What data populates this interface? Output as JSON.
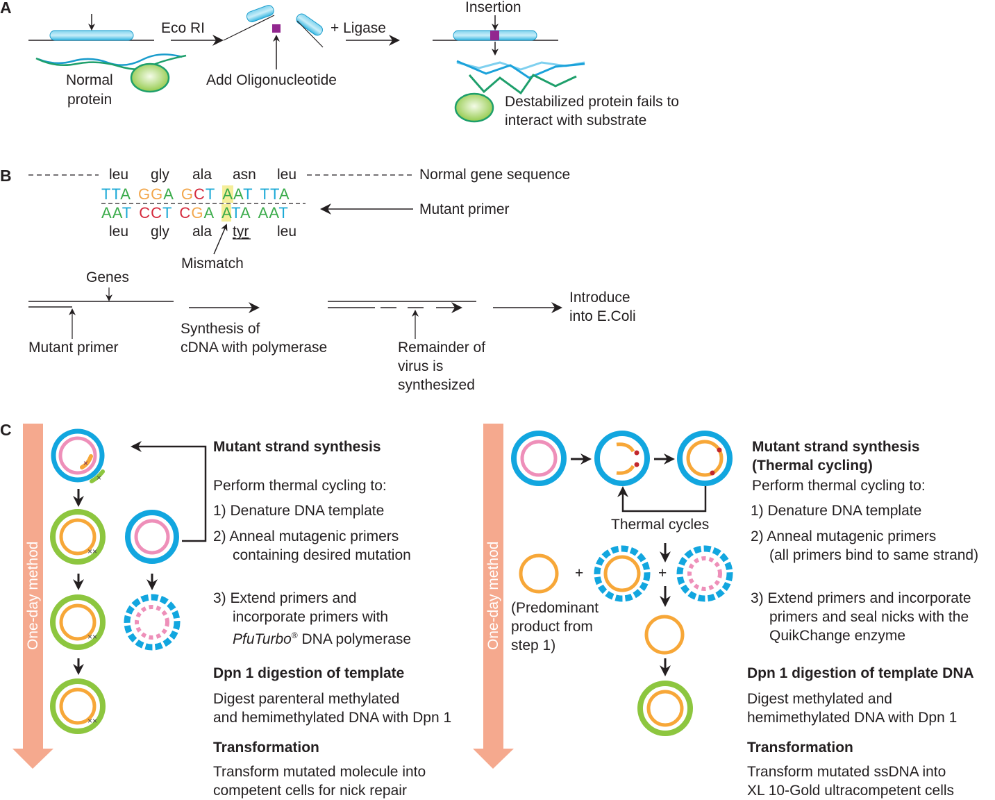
{
  "panels": {
    "a": "A",
    "b": "B",
    "c": "C"
  },
  "panel_a": {
    "eco_ri": "Eco RI",
    "ligase": "+ Ligase",
    "normal_protein": [
      "Normal",
      "protein"
    ],
    "add_oligo": "Add Oligonucleotide",
    "insertion": "Insertion",
    "destabilized": [
      "Destabilized protein fails to",
      "interact with substrate"
    ]
  },
  "panel_b": {
    "top_aa": [
      "leu",
      "gly",
      "ala",
      "asn",
      "leu"
    ],
    "bottom_aa": [
      "leu",
      "gly",
      "ala",
      "tyr",
      "leu"
    ],
    "normal_label": "Normal gene sequence",
    "mutant_primer_label": "Mutant primer",
    "top_seq": [
      [
        {
          "b": "T",
          "c": "#1ba9d6"
        },
        {
          "b": "T",
          "c": "#1ba9d6"
        },
        {
          "b": "A",
          "c": "#3aab4a"
        }
      ],
      [
        {
          "b": "G",
          "c": "#f2a64a"
        },
        {
          "b": "G",
          "c": "#f2a64a"
        },
        {
          "b": "A",
          "c": "#3aab4a"
        }
      ],
      [
        {
          "b": "G",
          "c": "#f2a64a"
        },
        {
          "b": "C",
          "c": "#d4283b"
        },
        {
          "b": "T",
          "c": "#1ba9d6"
        }
      ],
      [
        {
          "b": "A",
          "c": "#3aab4a"
        },
        {
          "b": "A",
          "c": "#3aab4a"
        },
        {
          "b": "T",
          "c": "#1ba9d6"
        }
      ],
      [
        {
          "b": "T",
          "c": "#1ba9d6"
        },
        {
          "b": "T",
          "c": "#1ba9d6"
        },
        {
          "b": "A",
          "c": "#3aab4a"
        }
      ]
    ],
    "bottom_seq": [
      [
        {
          "b": "A",
          "c": "#3aab4a"
        },
        {
          "b": "A",
          "c": "#3aab4a"
        },
        {
          "b": "T",
          "c": "#1ba9d6"
        }
      ],
      [
        {
          "b": "C",
          "c": "#d4283b"
        },
        {
          "b": "C",
          "c": "#d4283b"
        },
        {
          "b": "T",
          "c": "#1ba9d6"
        }
      ],
      [
        {
          "b": "C",
          "c": "#d4283b"
        },
        {
          "b": "G",
          "c": "#f2a64a"
        },
        {
          "b": "A",
          "c": "#3aab4a"
        }
      ],
      [
        {
          "b": "A",
          "c": "#3aab4a"
        },
        {
          "b": "T",
          "c": "#1ba9d6"
        },
        {
          "b": "A",
          "c": "#3aab4a"
        }
      ],
      [
        {
          "b": "A",
          "c": "#3aab4a"
        },
        {
          "b": "A",
          "c": "#3aab4a"
        },
        {
          "b": "T",
          "c": "#1ba9d6"
        }
      ]
    ],
    "mismatch": "Mismatch",
    "genes": "Genes",
    "mutant_primer": "Mutant primer",
    "synthesis": [
      "Synthesis of",
      "cDNA with polymerase"
    ],
    "remainder": [
      "Remainder of",
      "virus is",
      "synthesized"
    ],
    "introduce": [
      "Introduce",
      "into E.Coli"
    ]
  },
  "panel_c_left": {
    "method": "One-day method",
    "h1": "Mutant strand synthesis",
    "intro": "Perform thermal cycling to:",
    "s1": "1) Denature DNA template",
    "s2a": "2) Anneal mutagenic primers",
    "s2b": "containing desired mutation",
    "s3a": "3) Extend primers and",
    "s3b": "incorporate primers with",
    "s3c_italic": "PfuTurbo",
    "s3c_reg": "®",
    "s3c_rest": " DNA polymerase",
    "h2": "Dpn 1 digestion of template",
    "d1": "Digest parenteral methylated",
    "d2": "and hemimethylated DNA with Dpn 1",
    "h3": "Transformation",
    "t1": "Transform mutated molecule into",
    "t2": "competent cells for nick repair"
  },
  "panel_c_right": {
    "method": "One-day method",
    "thermal_cycles": "Thermal cycles",
    "predominant": [
      "(Predominant",
      "product from",
      "step 1)"
    ],
    "plus": "+",
    "h1a": "Mutant strand synthesis",
    "h1b": "(Thermal cycling)",
    "intro": "Perform thermal cycling to:",
    "s1": "1) Denature DNA template",
    "s2a": "2) Anneal mutagenic primers",
    "s2b": "(all primers bind to same strand)",
    "s3a": "3) Extend primers and incorporate",
    "s3b": "primers and seal nicks with the",
    "s3c": "QuikChange enzyme",
    "h2": "Dpn 1 digestion of template DNA",
    "d1": "Digest methylated and",
    "d2": "hemimethylated DNA with Dpn 1",
    "h3": "Transformation",
    "t1": "Transform mutated ssDNA into",
    "t2": "XL 10-Gold ultracompetent cells"
  },
  "colors": {
    "blue": "#12a6df",
    "pink": "#ee8fb9",
    "green": "#8dc63f",
    "orange": "#f7a738",
    "salmon": "#f5a98e",
    "purple": "#92278f"
  }
}
